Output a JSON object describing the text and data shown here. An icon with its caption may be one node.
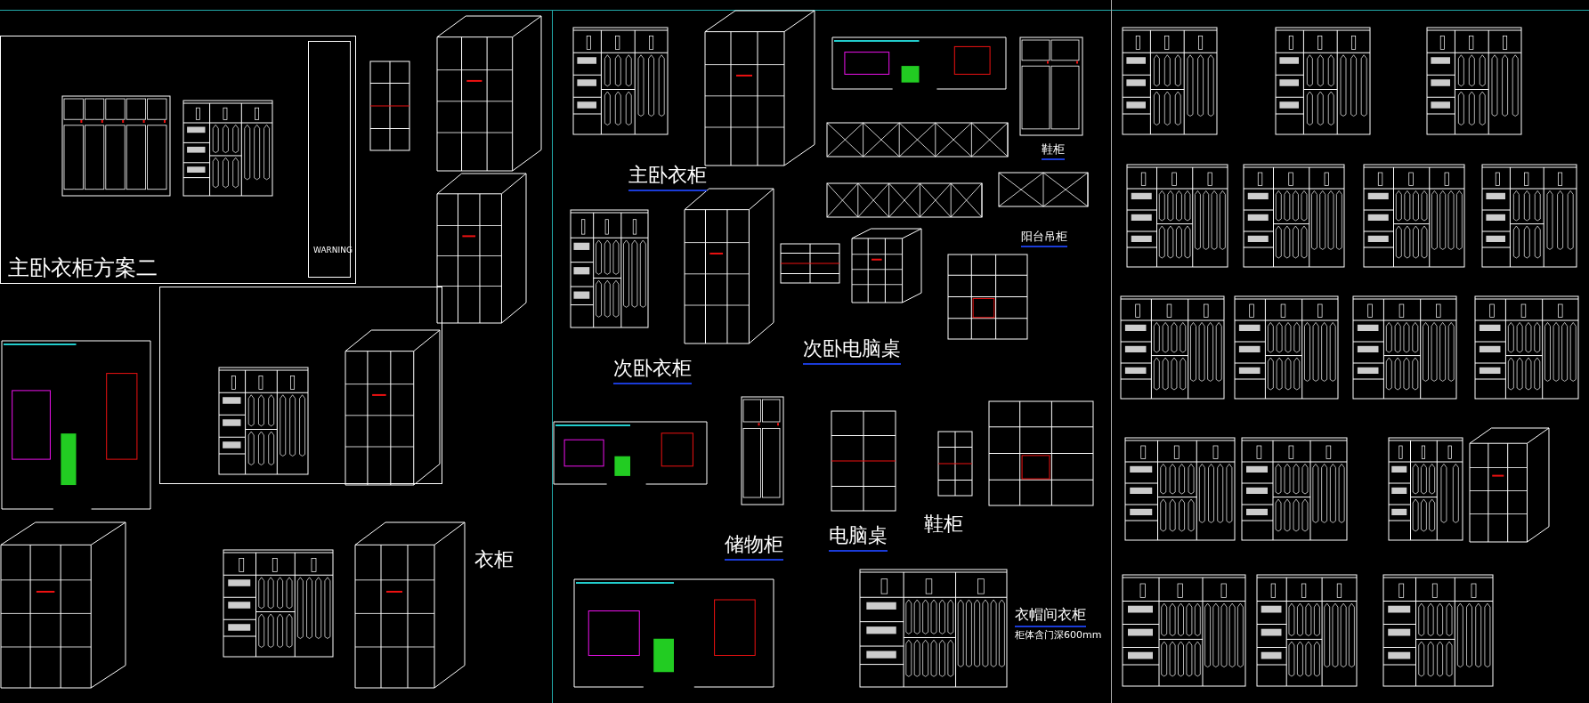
{
  "diagram": {
    "labels": [
      "主卧衣柜方案二",
      "WARNING",
      "主卧衣柜",
      "鞋柜",
      "阳台吊柜",
      "次卧衣柜",
      "次卧电脑桌",
      "储物柜",
      "电脑桌",
      "鞋柜",
      "衣柜",
      "衣帽间衣柜",
      "柜体含门深600mm"
    ]
  }
}
